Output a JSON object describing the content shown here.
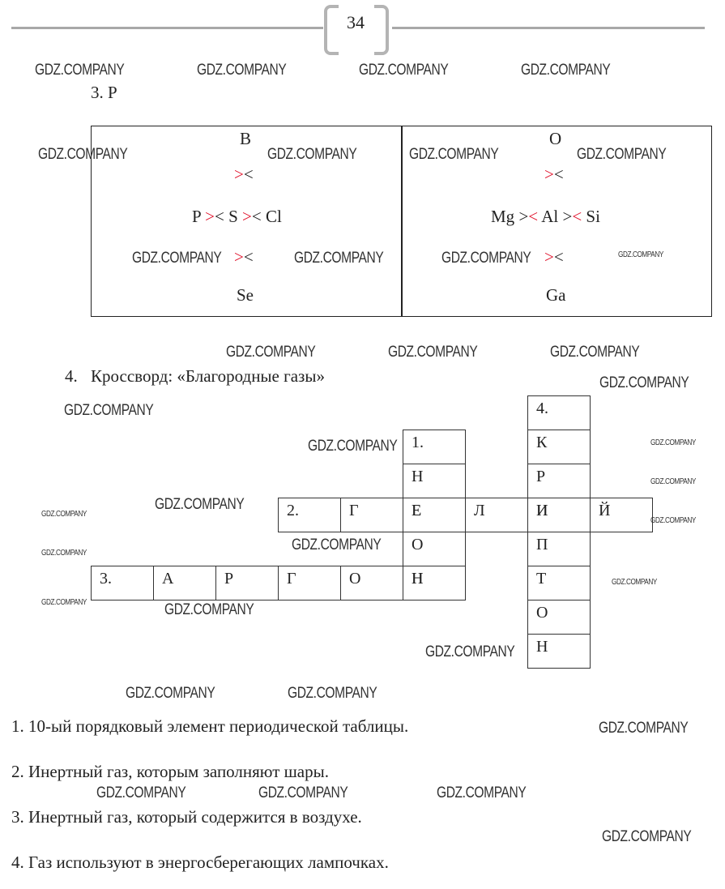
{
  "page_number": "34",
  "watermark": "GDZ.COMPANY",
  "task3": {
    "label": "3. Р",
    "left": {
      "top": "B",
      "middle": [
        "P",
        "S",
        "Cl"
      ],
      "bottom": "Se"
    },
    "right": {
      "top": "O",
      "middle": [
        "Mg",
        "Al",
        "Si"
      ],
      "bottom": "Ga"
    },
    "sign_gt": ">",
    "sign_lt": "<"
  },
  "task4": {
    "label": "4.",
    "title": "Кроссворд: «Благородные газы»",
    "words": [
      {
        "number": "1.",
        "letters": [
          "Н",
          "Е",
          "О",
          "Н"
        ]
      },
      {
        "number": "2.",
        "letters": [
          "Г",
          "Е",
          "Л",
          "И",
          "Й"
        ]
      },
      {
        "number": "3.",
        "letters": [
          "А",
          "Р",
          "Г",
          "О",
          "Н"
        ]
      },
      {
        "number": "4.",
        "letters": [
          "К",
          "Р",
          "И",
          "П",
          "Т",
          "О",
          "Н"
        ]
      }
    ],
    "clues": [
      "1. 10-ый порядковый элемент периодической таблицы.",
      "2. Инертный газ, которым заполняют шары.",
      "3. Инертный газ, который содержится в воздухе.",
      "4. Газ используют в энергосберегающих лампочках."
    ]
  }
}
